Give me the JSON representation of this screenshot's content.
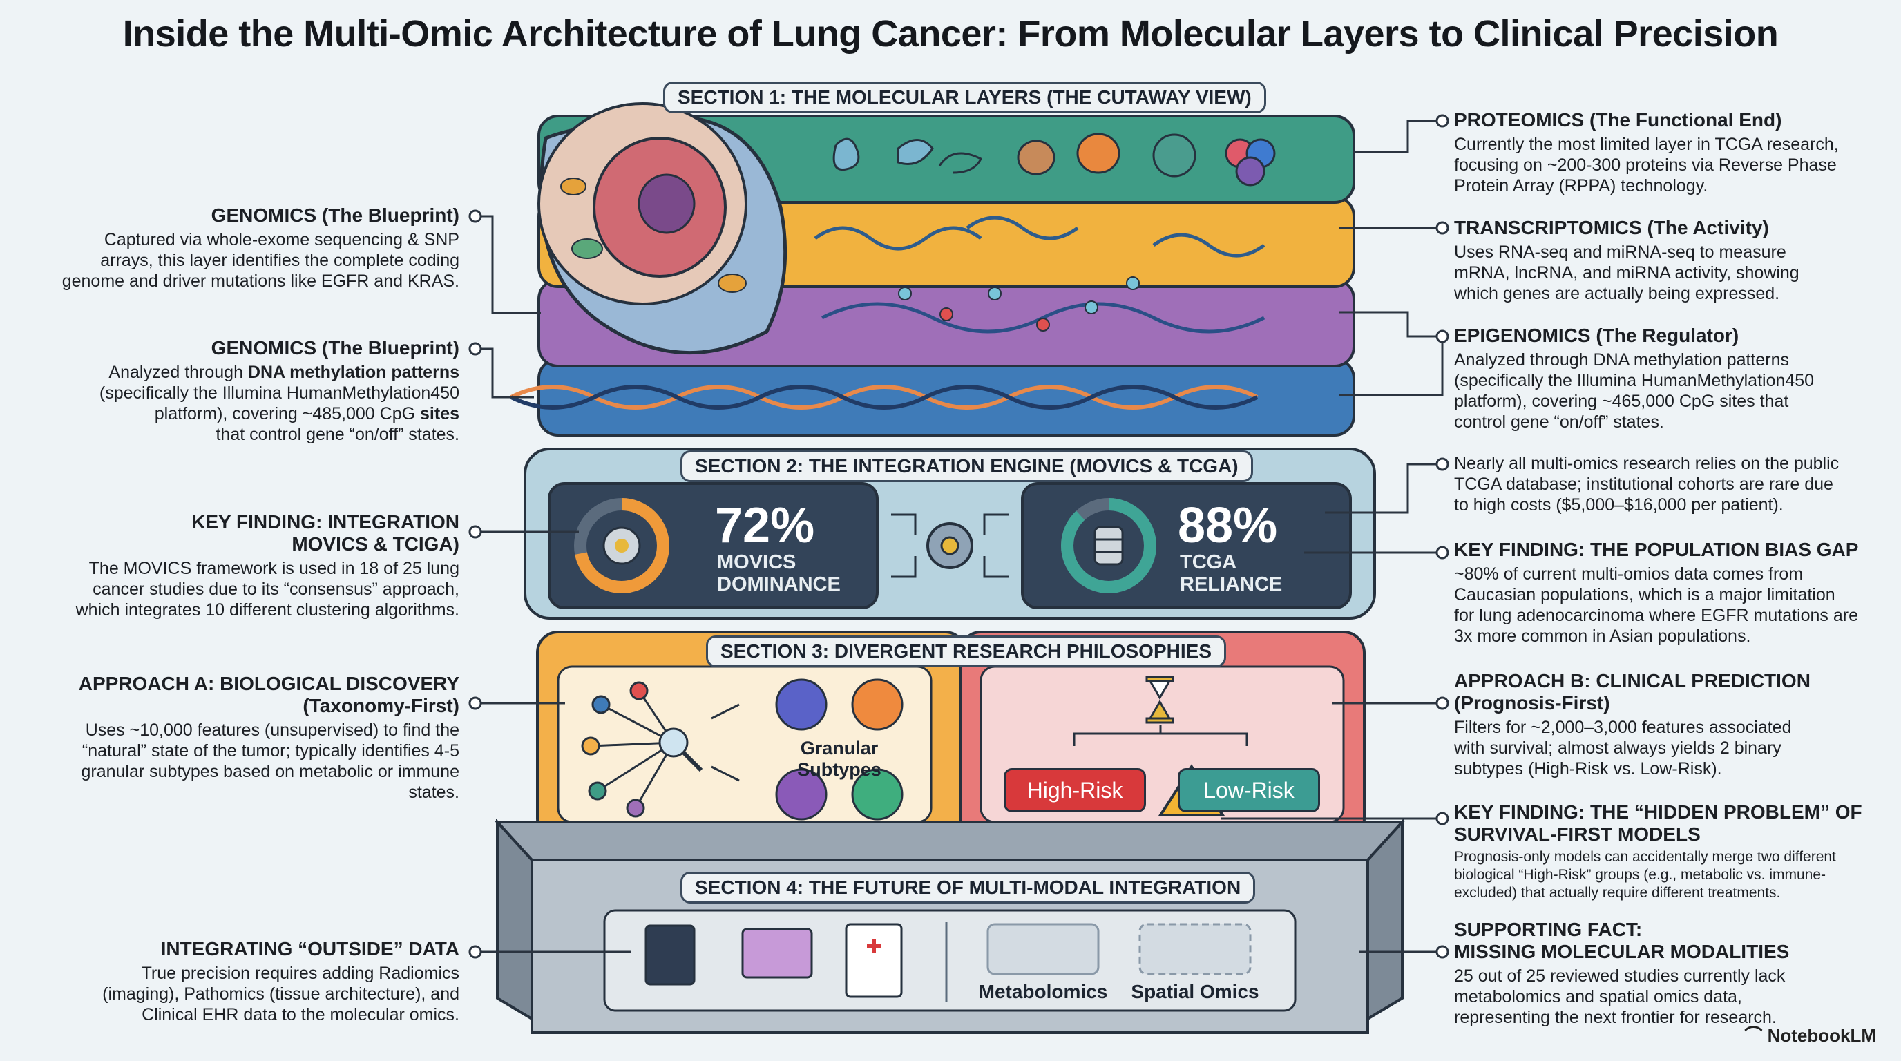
{
  "title": "Inside the Multi-Omic Architecture of Lung Cancer: From Molecular Layers to Clinical Precision",
  "sections": {
    "s1": "SECTION 1: THE MOLECULAR LAYERS (THE CUTAWAY VIEW)",
    "s2": "SECTION 2: THE INTEGRATION ENGINE (MOVICS & TCGA)",
    "s3": "SECTION 3: DIVERGENT RESEARCH PHILOSOPHIES",
    "s4": "SECTION 4: THE FUTURE OF MULTI-MODAL INTEGRATION"
  },
  "left": [
    {
      "h": "GENOMICS (The Blueprint)",
      "b": "Captured via whole-exome sequencing & SNP\narrays, this layer identifies the complete coding\ngenome and driver mutations like EGFR and KRAS."
    },
    {
      "h": "GENOMICS (The Blueprint)",
      "b1": "Analyzed through ",
      "b1b": "DNA methylation patterns",
      "b2": "(specifically the Illumina HumanMethylation450\nplatform), covering ~485,000 CpG ",
      "b2b": "sites",
      "b3": "that control gene “on/off” states."
    },
    {
      "h": "KEY FINDING: INTEGRATION\nMOVICS & TCIGA)",
      "b": "The MOVICS framework is used in 18 of 25 lung\ncancer studies due to its “consensus” approach,\nwhich integrates 10 different clustering algorithms."
    },
    {
      "h": "APPROACH A: BIOLOGICAL DISCOVERY\n(Taxonomy-First)",
      "b": "Uses ~10,000 features (unsupervised) to find the\n“natural” state of the tumor; typically identifies 4-5\ngranular subtypes based on metabolic or immune\nstates."
    },
    {
      "h": "INTEGRATING “OUTSIDE” DATA",
      "b": "True precision requires adding Radiomics\n(imaging), Pathomics (tissue architecture), and\nClinical EHR data to the molecular omics."
    }
  ],
  "right": [
    {
      "h": "PROTEOMICS (The Functional End)",
      "b": "Currently the most limited layer in TCGA research,\nfocusing on ~200-300 proteins via Reverse Phase\nProtein Array (RPPA) technology."
    },
    {
      "h": "TRANSCRIPTOMICS (The Activity)",
      "b": "Uses RNA-seq and miRNA-seq to measure\nmRNA, lncRNA, and miRNA activity, showing\nwhich genes are actually being expressed."
    },
    {
      "h": "EPIGENOMICS (The Regulator)",
      "b": "Analyzed through DNA methylation patterns\n(specifically the Illumina HumanMethylation450\nplatform), covering ~465,000 CpG sites that\ncontrol gene “on/off” states."
    },
    {
      "h": "",
      "b": "Nearly all multi-omics research relies on the public\nTCGA database; institutional cohorts are rare due\nto high costs ($5,000–$16,000 per patient)."
    },
    {
      "h": "KEY FINDING: THE POPULATION BIAS GAP",
      "b": "~80% of current multi-omios data comes from\nCaucasian populations, which is a major limitation\nfor lung adenocarcinoma where EGFR mutations are\n3x more common in Asian populations."
    },
    {
      "h": "APPROACH B: CLINICAL PREDICTION\n(Prognosis-First)",
      "b": "Filters for ~2,000–3,000 features associated\nwith survival; almost always yields 2 binary\nsubtypes (High-Risk vs. Low-Risk)."
    },
    {
      "h": "KEY FINDING: THE “HIDDEN PROBLEM” OF\nSURVIVAL-FIRST MODELS",
      "b": "Prognosis-only models can accidentally merge two different\nbiological “High-Risk” groups (e.g., metabolic vs. immune-\nexcluded) that actually require different treatments."
    },
    {
      "h": "SUPPORTING FACT:\nMISSING MOLECULAR MODALITIES",
      "b": "25 out of 25 reviewed studies currently lack\nmetabolomics and spatial omics data,\nrepresenting the next frontier for research."
    }
  ],
  "stats": {
    "movics_value": "72%",
    "movics_label": "MOVICS\nDOMINANCE",
    "movics_fraction": 0.72,
    "tcga_value": "88%",
    "tcga_label": "TCGA\nRELIANCE",
    "tcga_fraction": 0.88
  },
  "s3_labels": {
    "granular": "Granular Subtypes",
    "high": "High-Risk",
    "low": "Low-Risk"
  },
  "s4_labels": {
    "metabolomics": "Metabolomics",
    "spatial": "Spatial Omics"
  },
  "brand": "NotebookLM",
  "colors": {
    "proteomics": "#3f9c86",
    "transcriptomics": "#f1b23f",
    "epigenomics": "#9f6fb8",
    "genomics": "#3f7bb8",
    "engine": "#b7d3df",
    "approach_a": "#f3b04a",
    "approach_b": "#e87a79",
    "high_risk": "#d8393b",
    "low_risk": "#3c9c93"
  }
}
